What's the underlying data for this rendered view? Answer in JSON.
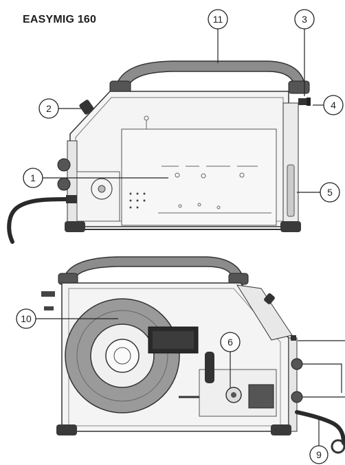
{
  "title": "EASYMIG 160",
  "callouts": [
    {
      "label": "1"
    },
    {
      "label": "2"
    },
    {
      "label": "3"
    },
    {
      "label": "4"
    },
    {
      "label": "5"
    },
    {
      "label": "6"
    },
    {
      "label": "9"
    },
    {
      "label": "10"
    },
    {
      "label": "11"
    }
  ],
  "colors": {
    "outline": "#333333",
    "body_fill": "#f4f4f4",
    "handle_fill": "#8c8c8c",
    "spool_fill": "#9a9a9a",
    "dark": "#2a2a2a"
  }
}
